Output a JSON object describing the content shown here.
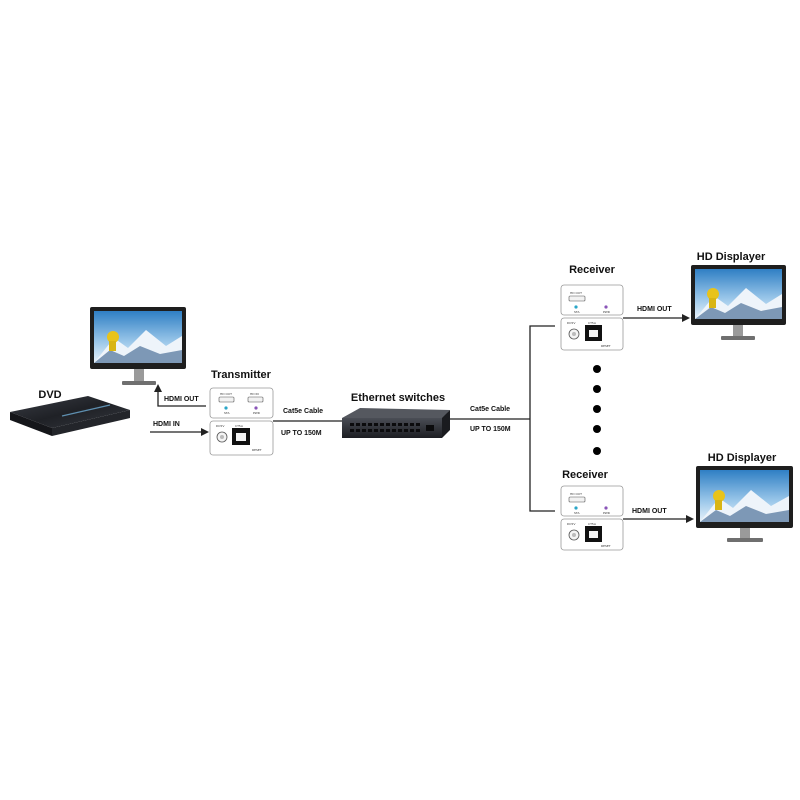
{
  "labels": {
    "dvd": "DVD",
    "hdmi_out_tx": "HDMI OUT",
    "hdmi_in": "HDMI IN",
    "transmitter": "Transmitter",
    "cable_left": "Cat5e Cable",
    "range_left": "UP TO 150M",
    "switch": "Ethernet switches",
    "cable_right": "Cat5e Cable",
    "range_right": "UP TO 150M",
    "receiver_top": "Receiver",
    "receiver_bottom": "Receiver",
    "hdmi_out_top": "HDMI OUT",
    "hdmi_out_bottom": "HDMI OUT",
    "display_top": "HD Displayer",
    "display_bottom": "HD Displayer"
  },
  "panel_text": {
    "hd_out": "HD OUT",
    "hd_in": "HD IN",
    "sta": "STA",
    "pwr": "PWR",
    "dc5v": "DC5V",
    "ct5a": "CT5A",
    "reset": "RESET"
  },
  "colors": {
    "sta_led": "#2aa6c8",
    "pwr_led": "#8a55b8",
    "sky": "#5aa2d8",
    "monitor_frame": "#1e1e1e",
    "device_dark": "#2b2d33"
  }
}
